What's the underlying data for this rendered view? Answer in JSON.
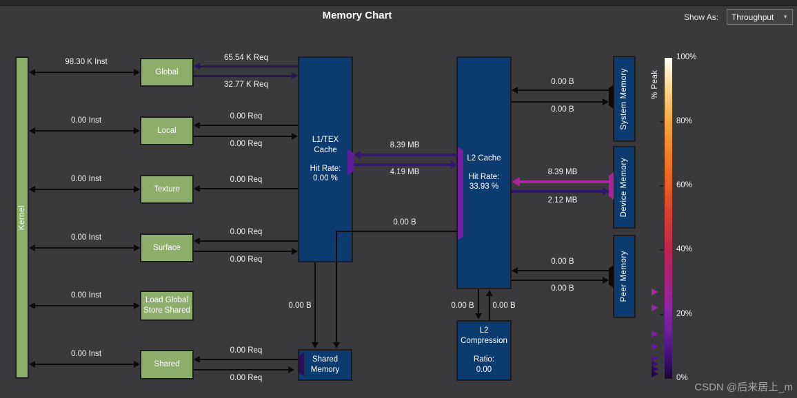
{
  "header": {
    "title": "Memory Chart",
    "show_as": "Show As:",
    "dropdown_value": "Throughput",
    "dropdown_caret": "▼"
  },
  "kernel_label": "Kernel",
  "green_boxes": {
    "global": "Global",
    "local": "Local",
    "texture": "Texture",
    "surface": "Surface",
    "lgss1": "Load Global",
    "lgss2": "Store Shared",
    "shared": "Shared"
  },
  "l1": {
    "t1": "L1/TEX",
    "t2": "Cache",
    "hit_label": "Hit Rate:",
    "hit": "0.00 %"
  },
  "l2": {
    "t1": "L2 Cache",
    "hit_label": "Hit Rate:",
    "hit": "33.93 %"
  },
  "shared_memory": {
    "t1": "Shared",
    "t2": "Memory"
  },
  "l2_compression": {
    "t1": "L2",
    "t2": "Compression",
    "ratio_label": "Ratio:",
    "ratio": "0.00"
  },
  "memories": {
    "system": "System Memory",
    "device": "Device Memory",
    "peer": "Peer Memory"
  },
  "links": {
    "inst": [
      "98.30 K Inst",
      "0.00 Inst",
      "0.00 Inst",
      "0.00 Inst",
      "0.00 Inst",
      "0.00 Inst"
    ],
    "global_in": "65.54 K Req",
    "global_out": "32.77 K Req",
    "local_in": "0.00 Req",
    "local_out": "0.00 Req",
    "texture_in": "0.00 Req",
    "surface_in": "0.00 Req",
    "surface_out": "0.00 Req",
    "shared_in": "0.00 Req",
    "shared_out": "0.00 Req",
    "l2_to_l1": "8.39 MB",
    "l1_to_l2": "4.19 MB",
    "l2_to_shared_mem": "0.00 B",
    "l1_to_shared_mem": "0.00 B",
    "sys_in": "0.00 B",
    "sys_out": "0.00 B",
    "dev_in": "8.39 MB",
    "dev_out": "2.12 MB",
    "peer_in": "0.00 B",
    "peer_out": "0.00 B",
    "comp_down": "0.00 B",
    "comp_up": "0.00 B"
  },
  "colorbar": {
    "label": "% Peak",
    "ticks": [
      "100%",
      "80%",
      "60%",
      "40%",
      "20%",
      "0%"
    ],
    "markers": [
      {
        "pct": 27,
        "color": "#a4289e"
      },
      {
        "pct": 22,
        "color": "#9127a8"
      },
      {
        "pct": 14,
        "color": "#7b1fa2"
      },
      {
        "pct": 10,
        "color": "#671a9e"
      },
      {
        "pct": 6.5,
        "color": "#4e1489"
      },
      {
        "pct": 4.5,
        "color": "#3d0f74"
      },
      {
        "pct": 3,
        "color": "#2f0b60"
      },
      {
        "pct": 1.5,
        "color": "#23084a"
      }
    ]
  },
  "watermark": "CSDN @后来居上_m",
  "accent_colors": {
    "green": "#8cad6c",
    "blue": "#0d3b70",
    "magenta": "#ac23a0",
    "indigo": "#271659",
    "violet": "#31196b",
    "port_purple": "#7b1fa2"
  }
}
